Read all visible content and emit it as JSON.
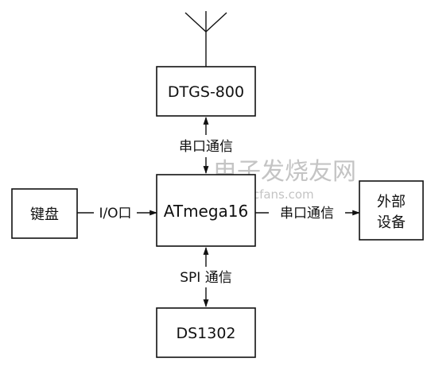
{
  "blocks": {
    "dtgs": "DTGS-800",
    "keyboard": "键盘",
    "mcu": "ATmega16",
    "external_line1": "外部",
    "external_line2": "设备",
    "rtc": "DS1302"
  },
  "links": {
    "serial_top": "串口通信",
    "io": "I/O口",
    "serial_right": "串口通信",
    "spi": "SPI 通信"
  },
  "watermark": {
    "cn": "电子发烧友网",
    "url": "www.elecfans.com"
  },
  "colors": {
    "ink": "#111111",
    "watermark": "#c4c4c4"
  }
}
